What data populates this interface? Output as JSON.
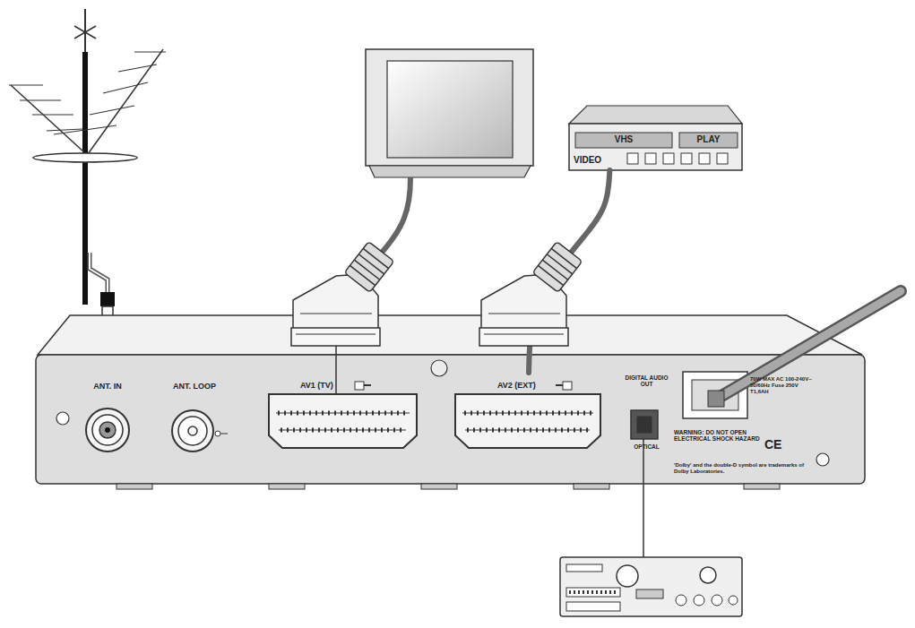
{
  "diagram": {
    "nodes": [
      {
        "text": [
          "VHS",
          "PLAY",
          "VIDEO"
        ]
      },
      {
        "text": [
          "WARNING: DO NOT OPEN ELECTRICAL SHOCK HAZARD",
          "'Dolby' and the double-D symbol are trademarks of Dolby Laboratories.",
          "70W MAX AC 100-240V~ 50/60Hz Fuse 250V T1,6AH"
        ]
      },
      {
        "text": [
          "ANT. IN"
        ],
        "in": 1
      },
      {
        "text": [
          "ANT. LOOP"
        ],
        "in": 1
      },
      {
        "text": [
          "AV1 (TV)"
        ],
        "in": 1
      },
      {
        "text": [
          "AV2 (EXT)"
        ],
        "in": 1
      },
      {
        "text": [
          "DIGITAL AUDIO OUT",
          "OPTICAL"
        ],
        "in": 1
      }
    ],
    "edges": [
      {
        "from": 0,
        "to": 5,
        "arrow": "none"
      }
    ],
    "labels": [
      "CE"
    ]
  }
}
